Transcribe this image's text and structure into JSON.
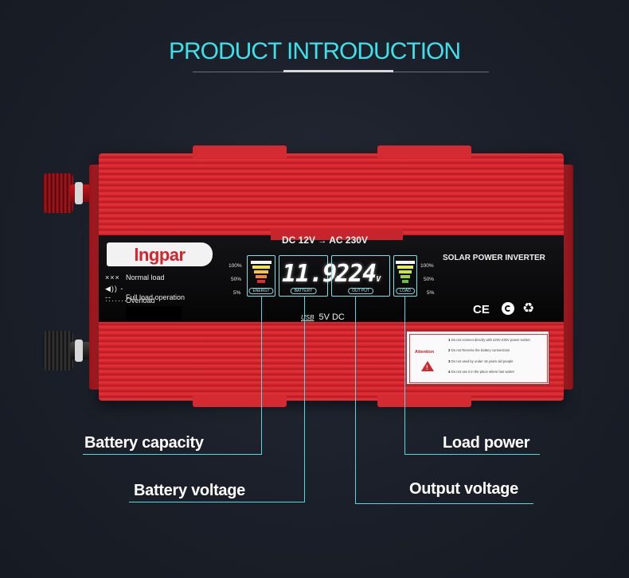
{
  "header": {
    "title": "PRODUCT INTRODUCTION"
  },
  "device": {
    "brand": "lngpar",
    "voltage_heading": "DC 12V",
    "voltage_heading_arrow": "→",
    "voltage_heading_out": "AC 230V",
    "legend": [
      {
        "symbol": "×××",
        "label": "Normal load"
      },
      {
        "symbol": "◀)) ---",
        "label": "Full load operation"
      },
      {
        "symbol": "·······",
        "label": "Overload"
      }
    ],
    "percent_left": [
      "100%",
      "50%",
      "5%"
    ],
    "percent_right": [
      "100%",
      "50%",
      "5%"
    ],
    "battery_voltage_display": "11.9",
    "battery_voltage_unit": "V",
    "output_voltage_display": "224",
    "output_voltage_unit": "V",
    "window_captions": [
      "ENERGY",
      "BATTERY",
      "OUT PUT",
      "LOAD"
    ],
    "usb_icon": "USB",
    "usb_label": "5V DC",
    "product_type": "SOLAR POWER INVERTER",
    "certifications": [
      "CE",
      "recycle-arrows-icon",
      "recycle-icon"
    ],
    "warning": {
      "attention": "Attention",
      "items": [
        {
          "num": "1",
          "text": "Do not connect directly with 220V-230V power socket"
        },
        {
          "num": "2",
          "text": "Do not Reverse the battery connections"
        },
        {
          "num": "3",
          "text": "Do not used by under 18 years old people"
        },
        {
          "num": "4",
          "text": "Do not use it in the place where has warter"
        }
      ]
    }
  },
  "callouts": {
    "battery_capacity": "Battery capacity",
    "battery_voltage": "Battery voltage",
    "load_power": "Load power",
    "output_voltage": "Output voltage"
  },
  "colors": {
    "accent": "#3fe0e8",
    "device_red": "#d92730",
    "background": "#1b1f29",
    "callout_line": "#54d7e2"
  }
}
